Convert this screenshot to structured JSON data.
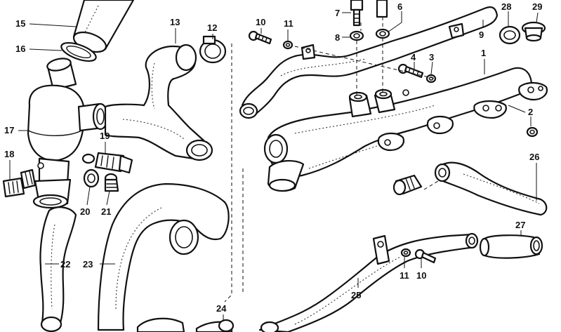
{
  "callouts": [
    {
      "id": "c15",
      "label": "15"
    },
    {
      "id": "c16",
      "label": "16"
    },
    {
      "id": "c17",
      "label": "17"
    },
    {
      "id": "c18",
      "label": "18"
    },
    {
      "id": "c13",
      "label": "13"
    },
    {
      "id": "c12",
      "label": "12"
    },
    {
      "id": "c19",
      "label": "19"
    },
    {
      "id": "c20",
      "label": "20"
    },
    {
      "id": "c21",
      "label": "21"
    },
    {
      "id": "c22",
      "label": "22"
    },
    {
      "id": "c23",
      "label": "23"
    },
    {
      "id": "c24",
      "label": "24"
    },
    {
      "id": "c10a",
      "label": "10"
    },
    {
      "id": "c11a",
      "label": "11"
    },
    {
      "id": "c7",
      "label": "7"
    },
    {
      "id": "c8",
      "label": "8"
    },
    {
      "id": "c6",
      "label": "6"
    },
    {
      "id": "c9",
      "label": "9"
    },
    {
      "id": "c28",
      "label": "28"
    },
    {
      "id": "c29",
      "label": "29"
    },
    {
      "id": "c4",
      "label": "4"
    },
    {
      "id": "c3",
      "label": "3"
    },
    {
      "id": "c1",
      "label": "1"
    },
    {
      "id": "c2",
      "label": "2"
    },
    {
      "id": "c26",
      "label": "26"
    },
    {
      "id": "c27",
      "label": "27"
    },
    {
      "id": "c11b",
      "label": "11"
    },
    {
      "id": "c10b",
      "label": "10"
    },
    {
      "id": "c25",
      "label": "25"
    }
  ]
}
